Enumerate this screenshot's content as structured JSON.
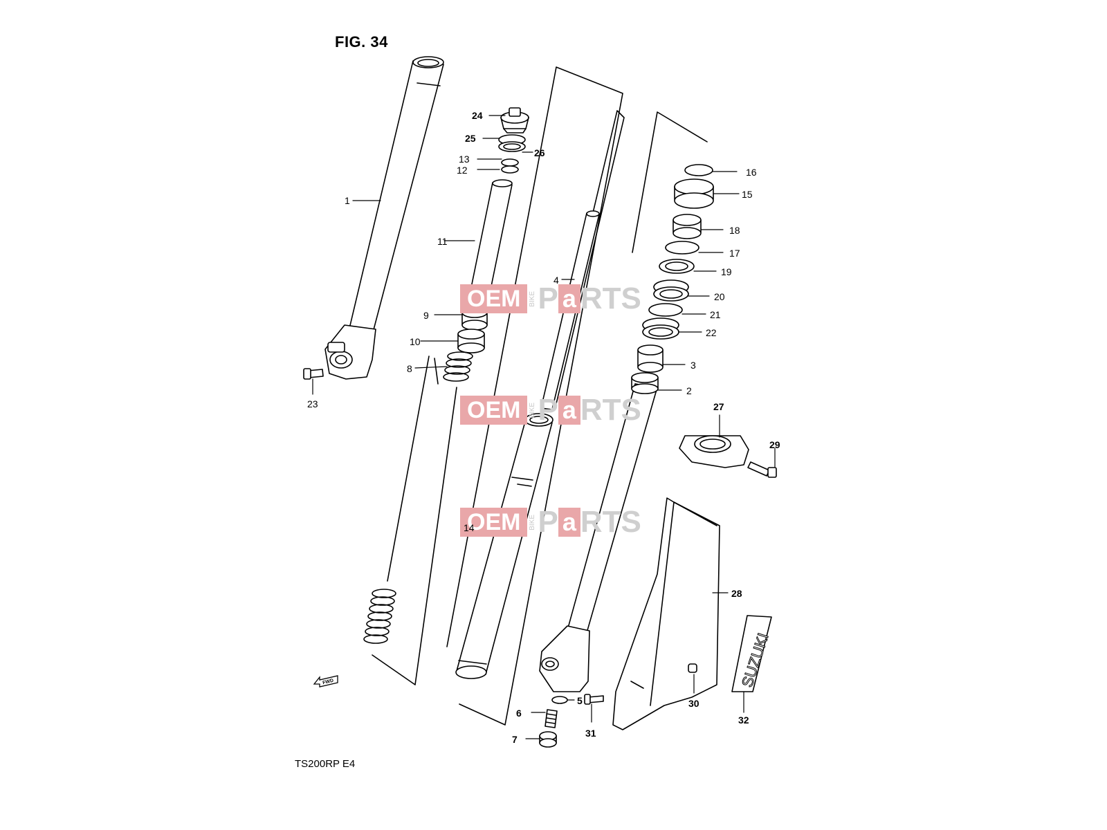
{
  "figure": {
    "title": "FIG. 34",
    "model_code": "TS200RP  E4"
  },
  "watermark": {
    "oem": "OEM",
    "bike": "BIKE",
    "p": "P",
    "a": "a",
    "rts": "RTS"
  },
  "fwd_label": "FWD",
  "decal_text": "SUZUKI",
  "callouts": {
    "c1": "1",
    "c2": "2",
    "c3": "3",
    "c4": "4",
    "c5": "5",
    "c6": "6",
    "c7": "7",
    "c8": "8",
    "c9": "9",
    "c10": "10",
    "c11": "11",
    "c12": "12",
    "c13": "13",
    "c14": "14",
    "c15": "15",
    "c16": "16",
    "c17": "17",
    "c18": "18",
    "c19": "19",
    "c20": "20",
    "c21": "21",
    "c22": "22",
    "c23": "23",
    "c24": "24",
    "c25": "25",
    "c26": "26",
    "c27": "27",
    "c28": "28",
    "c29": "29",
    "c30": "30",
    "c31": "31",
    "c32": "32"
  }
}
